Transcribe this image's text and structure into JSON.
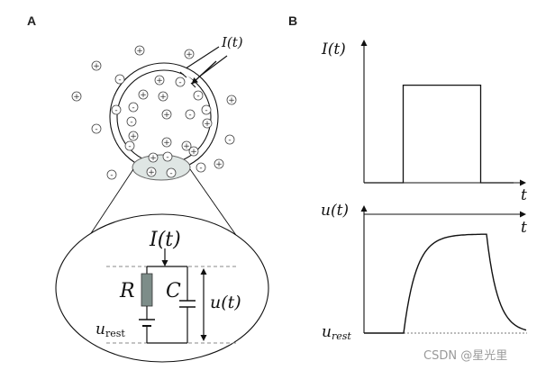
{
  "panels": {
    "a": "A",
    "b": "B"
  },
  "neuron": {
    "current_label": "I(t)",
    "ions": [
      {
        "sign": "+"
      },
      {
        "sign": "+"
      },
      {
        "sign": "+"
      },
      {
        "sign": "+"
      },
      {
        "sign": "+"
      },
      {
        "sign": "-"
      },
      {
        "sign": "-"
      },
      {
        "sign": "+"
      },
      {
        "sign": "+"
      },
      {
        "sign": "-"
      },
      {
        "sign": "-"
      },
      {
        "sign": "-"
      },
      {
        "sign": "-"
      },
      {
        "sign": "+"
      },
      {
        "sign": "-"
      },
      {
        "sign": "+"
      },
      {
        "sign": "-"
      },
      {
        "sign": "+"
      },
      {
        "sign": "-"
      },
      {
        "sign": "+"
      },
      {
        "sign": "-"
      },
      {
        "sign": "+"
      },
      {
        "sign": "+"
      },
      {
        "sign": "-"
      },
      {
        "sign": "+"
      },
      {
        "sign": "-"
      },
      {
        "sign": "+"
      },
      {
        "sign": "-"
      },
      {
        "sign": "+"
      },
      {
        "sign": "-"
      },
      {
        "sign": "+"
      },
      {
        "sign": "-"
      }
    ]
  },
  "circuit": {
    "current_label": "I(t)",
    "resistor_label": "R",
    "capacitor_label": "C",
    "voltage_label": "u(t)",
    "rest_main": "u",
    "rest_sub": "rest"
  },
  "plot_top": {
    "ylabel": "I(t)",
    "xlabel": "t",
    "pulse_on": 0.25,
    "pulse_off": 0.75,
    "pulse_level": 0.8
  },
  "plot_bottom": {
    "ylabel": "u(t)",
    "xlabel": "t",
    "rest_main": "u",
    "rest_sub": "rest"
  },
  "watermark": "CSDN @星光里",
  "colors": {
    "ink": "#111111",
    "membrane_fill": "#ffffff",
    "patch_fill": "#dfe6e4",
    "resistor_fill": "#7d8d89",
    "dashed": "#888888"
  }
}
